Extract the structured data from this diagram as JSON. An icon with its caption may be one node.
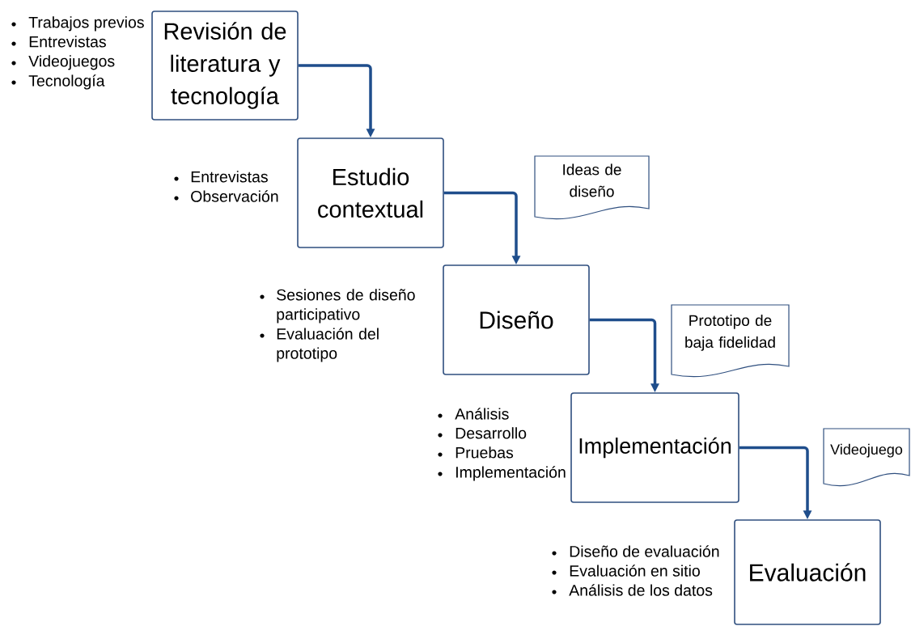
{
  "diagram": {
    "nodes": [
      {
        "text": [
          "Revisión de literatura y tecnología"
        ],
        "beside": [
          "Trabajos previos",
          "Entrevistas",
          "Videojuegos",
          "Tecnología"
        ]
      },
      {
        "text": [
          "Estudio contextual"
        ],
        "beside": [
          "Entrevistas",
          "Observación"
        ]
      },
      {
        "text": [
          "Diseño"
        ],
        "beside": [
          "Sesiones de diseño participativo",
          "Evaluación del prototipo"
        ]
      },
      {
        "text": [
          "Implementación"
        ],
        "beside": [
          "Análisis",
          "Desarrollo",
          "Pruebas",
          "Implementación"
        ]
      },
      {
        "text": [
          "Evaluación"
        ],
        "beside": [
          "Diseño de evaluación",
          "Evaluación en sitio",
          "Análisis de los datos"
        ]
      },
      {
        "text": [
          "Ideas de diseño"
        ]
      },
      {
        "text": [
          "Prototipo de baja fidelidad"
        ]
      },
      {
        "text": [
          "Videojuego"
        ]
      }
    ],
    "edges": [
      {
        "from": 0,
        "to": 1,
        "arrow": "to"
      },
      {
        "from": 1,
        "to": 2,
        "arrow": "to"
      },
      {
        "from": 2,
        "to": 3,
        "arrow": "to"
      },
      {
        "from": 3,
        "to": 4,
        "arrow": "to"
      }
    ]
  }
}
